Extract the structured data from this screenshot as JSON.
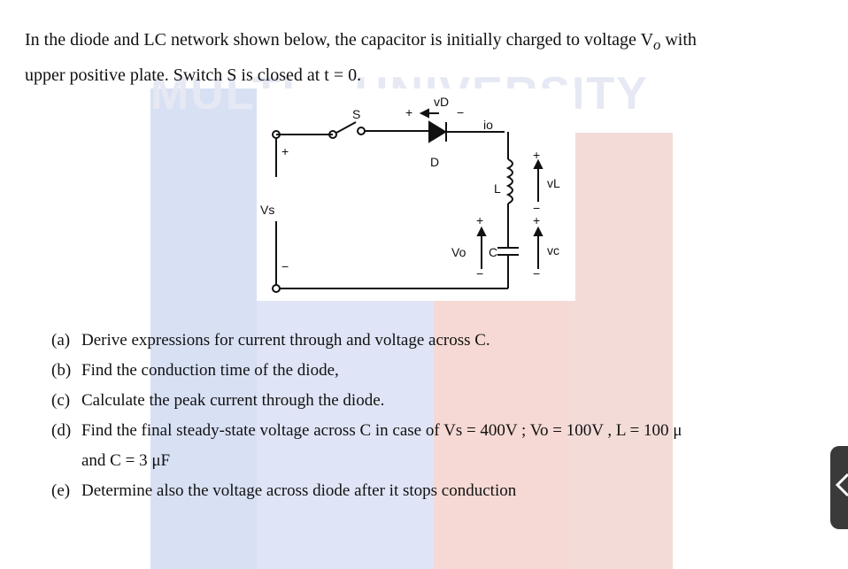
{
  "intro": {
    "line1": "In the diode and LC network shown below, the capacitor is initially charged to voltage V",
    "line1_sub": "o",
    "line1_end": " with",
    "line2": "upper positive plate. Switch S is closed at t = 0."
  },
  "circuit": {
    "labels": {
      "switch": "S",
      "diode": "D",
      "vd": "vD",
      "vd_plus": "+",
      "vd_minus": "−",
      "io": "io",
      "vs": "Vs",
      "vs_plus": "+",
      "vs_minus": "−",
      "inductor": "L",
      "vl": "vL",
      "vl_plus": "+",
      "vl_minus": "−",
      "capacitor": "C",
      "vo": "Vo",
      "vo_plus": "+",
      "vo_minus": "−",
      "vc": "vc",
      "vc_plus": "+",
      "vc_minus": "−"
    }
  },
  "questions": [
    {
      "label": "(a)",
      "text": "Derive expressions for current through and voltage across C."
    },
    {
      "label": "(b)",
      "text": "Find the conduction time of the diode,"
    },
    {
      "label": "(c)",
      "text": "Calculate the peak current through the diode."
    },
    {
      "label": "(d)",
      "text": "Find the final steady-state voltage across C in case of  Vs = 400V ; Vo = 100V , L = 100 μ",
      "text2": "and C = 3 μF"
    },
    {
      "label": "(e)",
      "text": "Determine also the voltage across diode after it stops conduction"
    }
  ],
  "watermark": "MULTI... UNIVERSITY"
}
